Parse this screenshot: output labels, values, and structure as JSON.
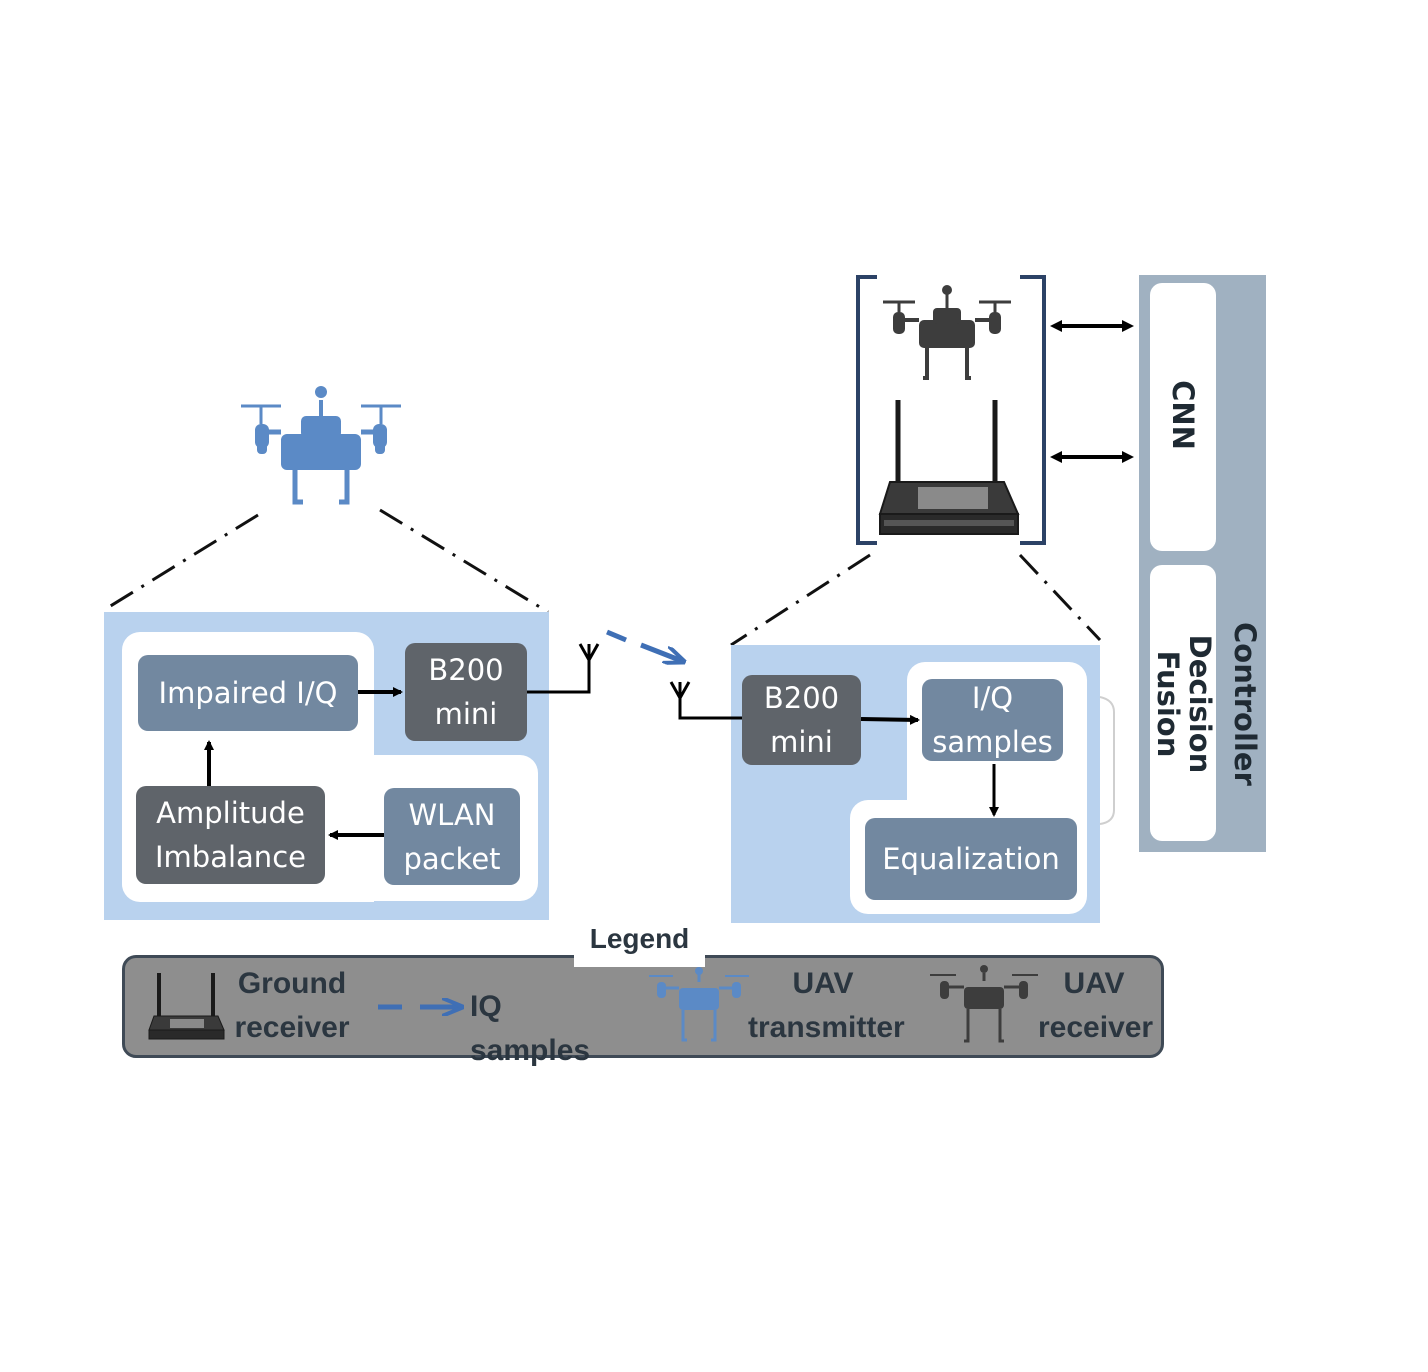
{
  "transmitter": {
    "impaired_iq": "Impaired I/Q",
    "b200": "B200\nmini",
    "amplitude": "Amplitude\nImbalance",
    "wlan": "WLAN\npacket"
  },
  "receiver": {
    "b200": "B200\nmini",
    "iq_samples": "I/Q\nsamples",
    "equalization": "Equalization"
  },
  "controller": {
    "title": "Controller",
    "cnn": "CNN",
    "decision": "Decision",
    "fusion": "Fusion"
  },
  "legend": {
    "title": "Legend",
    "ground_receiver": "Ground\nreceiver",
    "iq_samples": "IQ samples",
    "uav_transmitter": "UAV\ntransmitter",
    "uav_receiver": "UAV\nreceiver"
  },
  "colors": {
    "panel_bg": "#b9d2ee",
    "block_light": "#7288a0",
    "block_dark": "#5f646a",
    "uav_blue": "#5b8ac6",
    "uav_dark": "#3d3d3d",
    "controller_bg": "#a0b1c1",
    "arrow_blue": "#3f6fb5"
  },
  "icons": [
    "uav-transmitter-icon",
    "uav-receiver-icon",
    "ground-receiver-icon",
    "antenna-icon"
  ]
}
